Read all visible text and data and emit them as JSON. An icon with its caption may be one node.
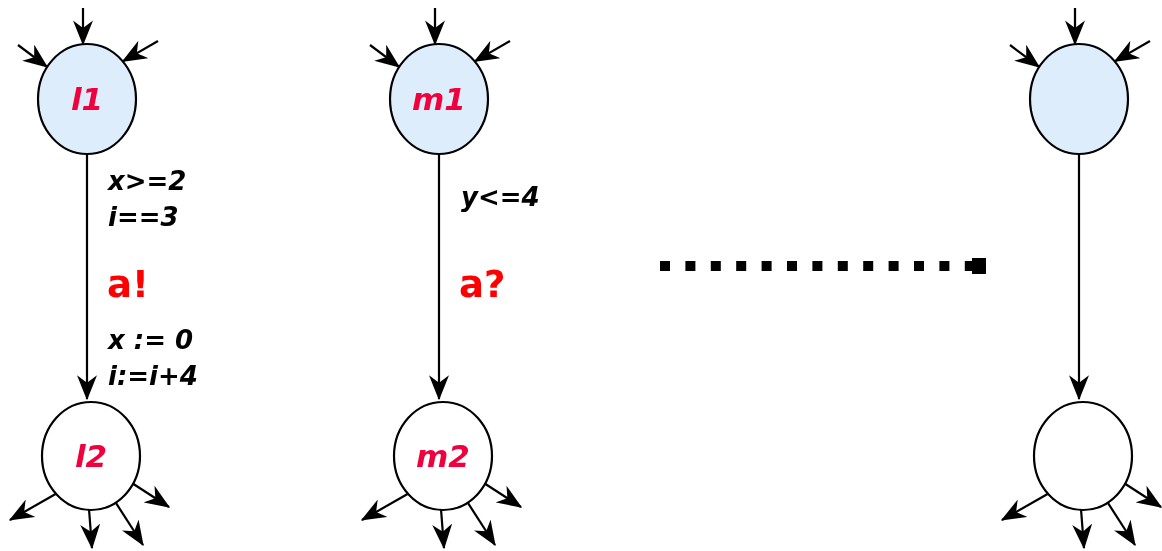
{
  "diagram": {
    "nodes": [
      {
        "text": [
          "l1"
        ]
      },
      {
        "text": [
          "l2"
        ]
      },
      {
        "text": [
          "m1"
        ]
      },
      {
        "text": [
          "m2"
        ]
      },
      {
        "text": [],
        "shape": "circle"
      },
      {
        "text": [],
        "shape": "circle"
      }
    ],
    "edges": [
      {
        "from": 0,
        "to": 1,
        "arrow": "to",
        "label": "a!"
      },
      {
        "from": 2,
        "to": 3,
        "arrow": "to",
        "label": "a?"
      },
      {
        "from": 4,
        "to": 5,
        "arrow": "to"
      },
      {
        "from": null,
        "to": 0,
        "arrow": "to"
      },
      {
        "from": null,
        "to": 0,
        "arrow": "to"
      },
      {
        "from": null,
        "to": 0,
        "arrow": "to"
      },
      {
        "from": null,
        "to": 2,
        "arrow": "to"
      },
      {
        "from": null,
        "to": 2,
        "arrow": "to"
      },
      {
        "from": null,
        "to": 2,
        "arrow": "to"
      },
      {
        "from": null,
        "to": 4,
        "arrow": "to"
      },
      {
        "from": null,
        "to": 4,
        "arrow": "to"
      },
      {
        "from": null,
        "to": 4,
        "arrow": "to"
      },
      {
        "from": 1,
        "to": null,
        "arrow": "to"
      },
      {
        "from": 1,
        "to": null,
        "arrow": "to"
      },
      {
        "from": 1,
        "to": null,
        "arrow": "to"
      },
      {
        "from": 1,
        "to": null,
        "arrow": "to"
      },
      {
        "from": 3,
        "to": null,
        "arrow": "to"
      },
      {
        "from": 3,
        "to": null,
        "arrow": "to"
      },
      {
        "from": 3,
        "to": null,
        "arrow": "to"
      },
      {
        "from": 3,
        "to": null,
        "arrow": "to"
      },
      {
        "from": 5,
        "to": null,
        "arrow": "to"
      },
      {
        "from": 5,
        "to": null,
        "arrow": "to"
      },
      {
        "from": 5,
        "to": null,
        "arrow": "to"
      },
      {
        "from": 5,
        "to": null,
        "arrow": "to"
      }
    ],
    "labels": [
      "x>=2",
      "i==3",
      "x := 0",
      "i:=i+4",
      "y<=4"
    ]
  }
}
